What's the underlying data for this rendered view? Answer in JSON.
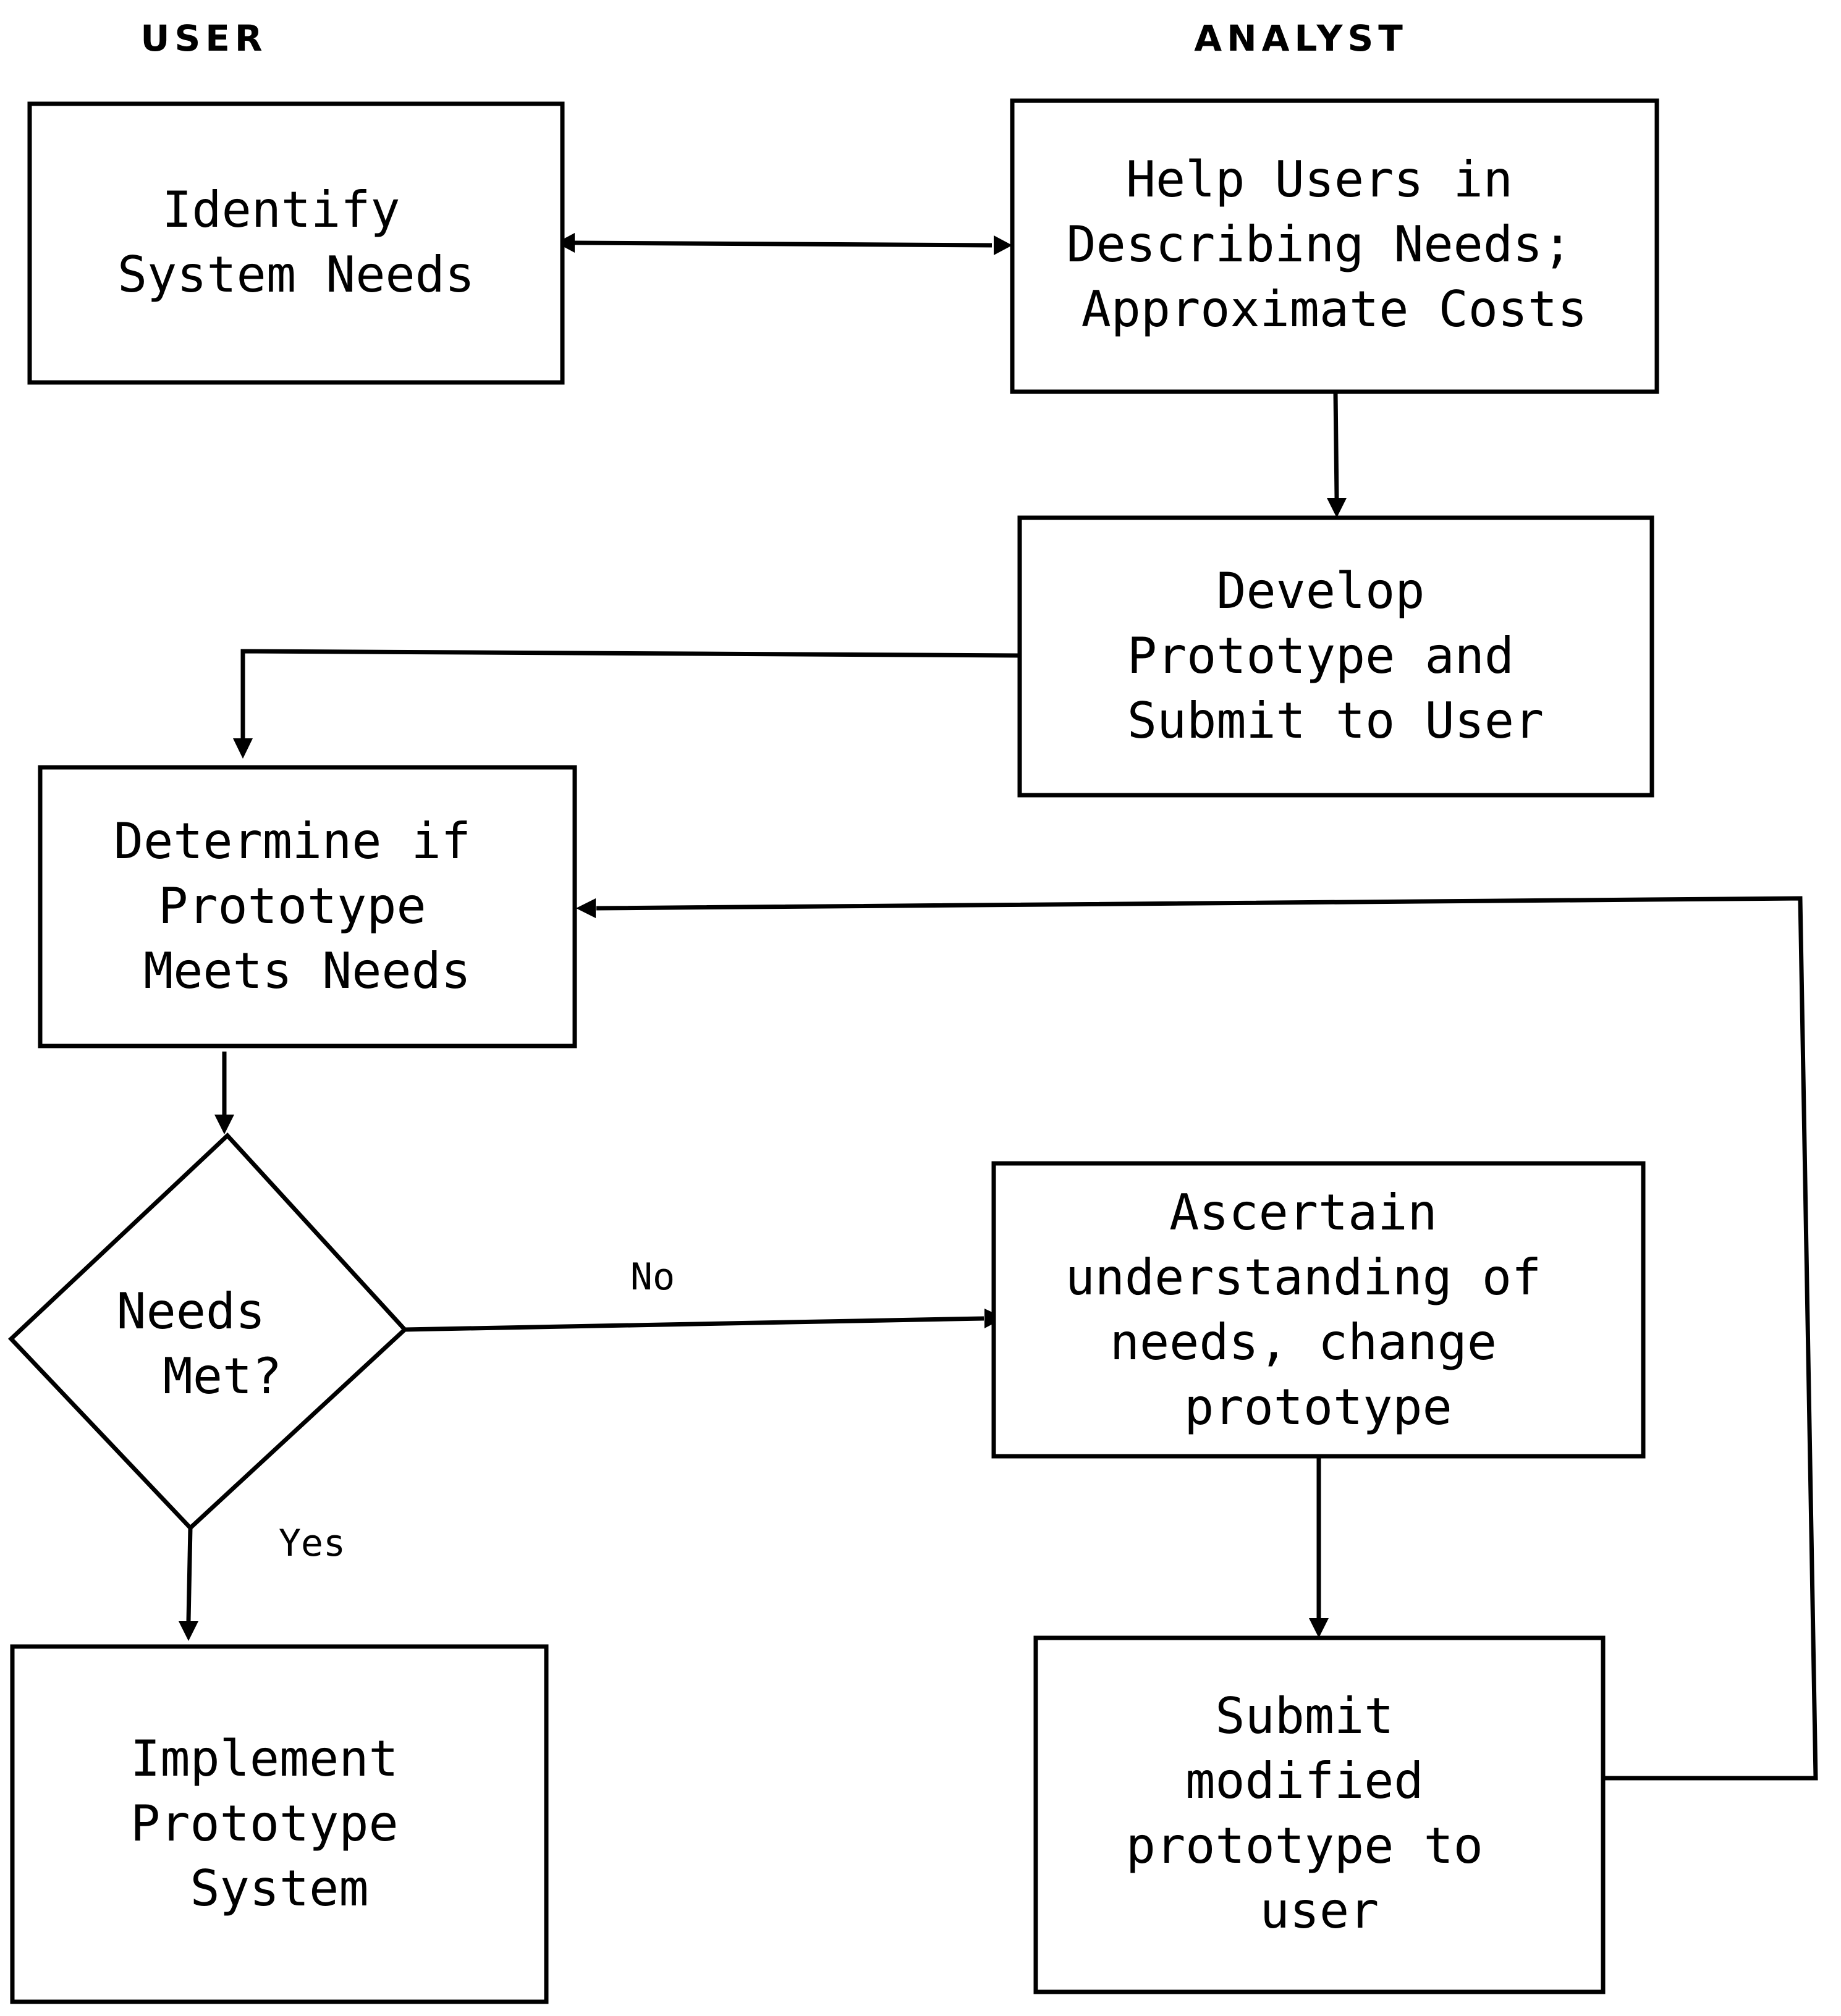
{
  "headers": {
    "user": "USER",
    "analyst": "ANALYST"
  },
  "nodes": {
    "identify_needs": {
      "lines": [
        "Identify",
        "System Needs"
      ]
    },
    "help_users": {
      "lines": [
        "Help Users in",
        "Describing Needs;",
        "Approximate Costs"
      ]
    },
    "develop_prototype": {
      "lines": [
        "Develop",
        "Prototype and",
        "Submit to User"
      ]
    },
    "determine_meets": {
      "lines": [
        "Determine if",
        "Prototype",
        "Meets Needs"
      ]
    },
    "needs_met": {
      "lines": [
        "Needs",
        "Met?"
      ]
    },
    "ascertain": {
      "lines": [
        "Ascertain",
        "understanding of",
        "needs, change",
        "prototype"
      ]
    },
    "submit_modified": {
      "lines": [
        "Submit",
        "modified",
        "prototype to",
        "user"
      ]
    },
    "implement": {
      "lines": [
        "Implement",
        "Prototype",
        "System"
      ]
    }
  },
  "edge_labels": {
    "no": "No",
    "yes": "Yes"
  },
  "colors": {
    "stroke": "#000000",
    "background": "#ffffff"
  }
}
